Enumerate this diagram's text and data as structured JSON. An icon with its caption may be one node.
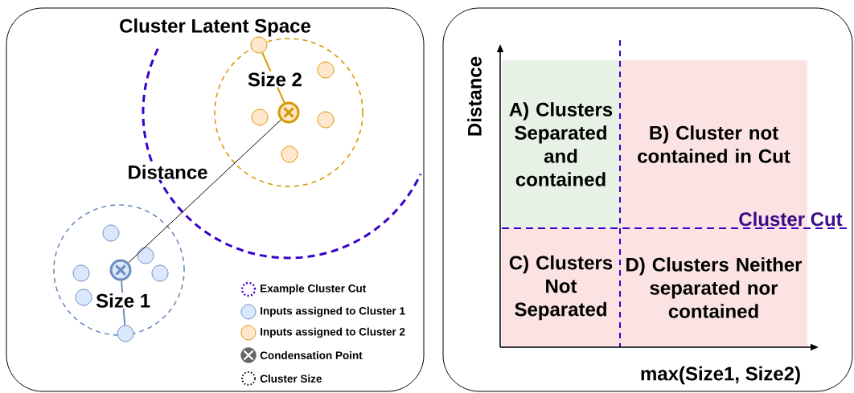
{
  "diagram": {
    "nodes": [
      {
        "text": [
          "Cluster Latent Space"
        ]
      },
      {
        "text": [],
        "shape": "circle",
        "in": 0
      },
      {
        "text": [],
        "shape": "circle",
        "in": 1
      },
      {
        "text": [],
        "shape": "circle",
        "in": 1
      },
      {
        "text": [],
        "shape": "circle",
        "in": 1
      },
      {
        "text": [],
        "shape": "circle",
        "in": 1
      },
      {
        "text": [],
        "shape": "circle",
        "in": 1
      },
      {
        "text": [],
        "shape": "circle",
        "in": 1
      },
      {
        "text": [],
        "shape": "circle",
        "in": 0
      },
      {
        "text": [],
        "shape": "circle",
        "in": 8
      },
      {
        "text": [],
        "shape": "circle",
        "in": 8
      },
      {
        "text": [],
        "shape": "circle",
        "in": 8
      },
      {
        "text": [],
        "shape": "circle",
        "in": 8
      },
      {
        "text": [],
        "shape": "circle",
        "in": 8
      },
      {
        "text": [],
        "shape": "circle",
        "in": 8
      },
      {
        "text": [],
        "shape": "circle",
        "in": 8
      },
      {
        "text": [],
        "shape": "box"
      },
      {
        "text": [
          "A) Clusters Separated and contained"
        ],
        "in": 16
      },
      {
        "text": [
          "B) Cluster not contained in Cut"
        ],
        "in": 16
      },
      {
        "text": [
          "C) Clusters Not Separated"
        ],
        "in": 16
      },
      {
        "text": [
          "D) Clusters Neither separated nor contained"
        ],
        "in": 16
      }
    ],
    "edges": [
      {
        "from": 7,
        "to": 2,
        "arrow": "none",
        "label": "Size 2",
        "color": "#d79b00"
      },
      {
        "from": 15,
        "to": 7,
        "arrow": "none",
        "label": "Distance",
        "color": "#000000"
      },
      {
        "from": 15,
        "to": 14,
        "arrow": "none",
        "label": "Size 1",
        "color": "#6c8ebf"
      }
    ],
    "labels": [
      "Distance",
      "Cluster Cut",
      "max(Size1, Size2)"
    ],
    "legend": [
      {
        "text": "Example Cluster Cut"
      },
      {
        "text": "Inputs assigned to Cluster 1",
        "color": "#dae8fc"
      },
      {
        "text": "Inputs assigned to Cluster 2",
        "color": "#ffe6cc"
      },
      {
        "text": "Condensation Point"
      },
      {
        "text": "Cluster Size"
      }
    ]
  }
}
